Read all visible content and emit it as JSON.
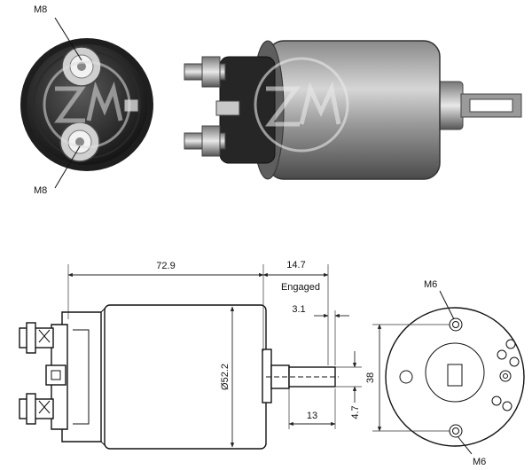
{
  "photo": {
    "thread_top": "M8",
    "thread_bottom": "M8"
  },
  "drawing": {
    "length_body": "72.9",
    "length_engaged": "14.7",
    "engaged_caption": "Engaged",
    "plunger_offset": "3.1",
    "diameter": "Ø52.2",
    "plunger_length": "13",
    "plunger_width": "4.7",
    "bolt_spacing": "38",
    "thread_top": "M6",
    "thread_bottom": "M6"
  }
}
